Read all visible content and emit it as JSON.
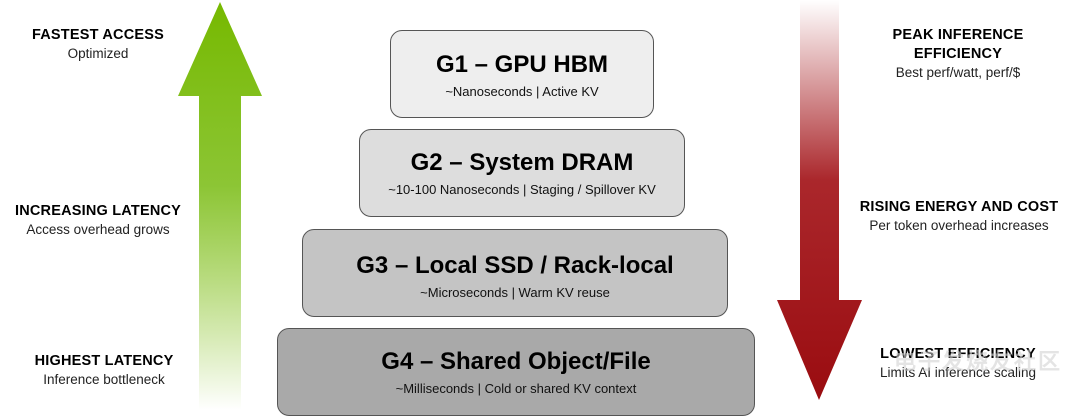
{
  "left_labels": [
    {
      "title": "FASTEST ACCESS",
      "subtitle": "Optimized"
    },
    {
      "title": "INCREASING LATENCY",
      "subtitle": "Access overhead grows"
    },
    {
      "title": "HIGHEST LATENCY",
      "subtitle": "Inference bottleneck"
    }
  ],
  "right_labels": [
    {
      "title": "PEAK INFERENCE EFFICIENCY",
      "subtitle": "Best perf/watt, perf/$"
    },
    {
      "title": "RISING ENERGY AND COST",
      "subtitle": "Per token overhead increases"
    },
    {
      "title": "LOWEST EFFICIENCY",
      "subtitle": "Limits AI inference scaling"
    }
  ],
  "tiers": [
    {
      "title": "G1 – GPU HBM",
      "subtitle": "~Nanoseconds | Active KV",
      "color": "#eeeeee"
    },
    {
      "title": "G2 – System DRAM",
      "subtitle": "~10-100 Nanoseconds | Staging / Spillover KV",
      "color": "#dddddd"
    },
    {
      "title": "G3 – Local SSD / Rack-local",
      "subtitle": "~Microseconds | Warm KV reuse",
      "color": "#c4c4c4"
    },
    {
      "title": "G4 – Shared Object/File",
      "subtitle": "~Milliseconds | Cold or shared KV context",
      "color": "#a9a9a9"
    }
  ],
  "colors": {
    "up_arrow": "#76b900",
    "down_arrow": "#a10f14"
  },
  "icons": {
    "up_arrow": "arrow-up-icon",
    "down_arrow": "arrow-down-icon"
  },
  "watermark": "电子发烧友社区"
}
